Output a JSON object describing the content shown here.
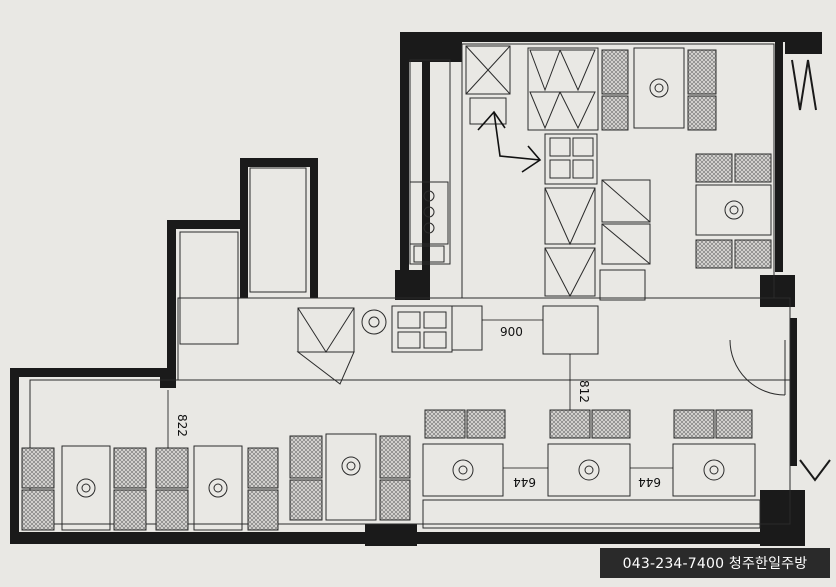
{
  "dimensions": {
    "d900": "900",
    "d812": "812",
    "d822": "822",
    "d644a": "644",
    "d644b": "644"
  },
  "watermark": {
    "text": "043-234-7400 청주한일주방"
  },
  "colors": {
    "wall": "#1a1a1a",
    "line": "#2b2b2b",
    "hatch": "#7a7a7a",
    "paper": "#e9e8e4"
  }
}
